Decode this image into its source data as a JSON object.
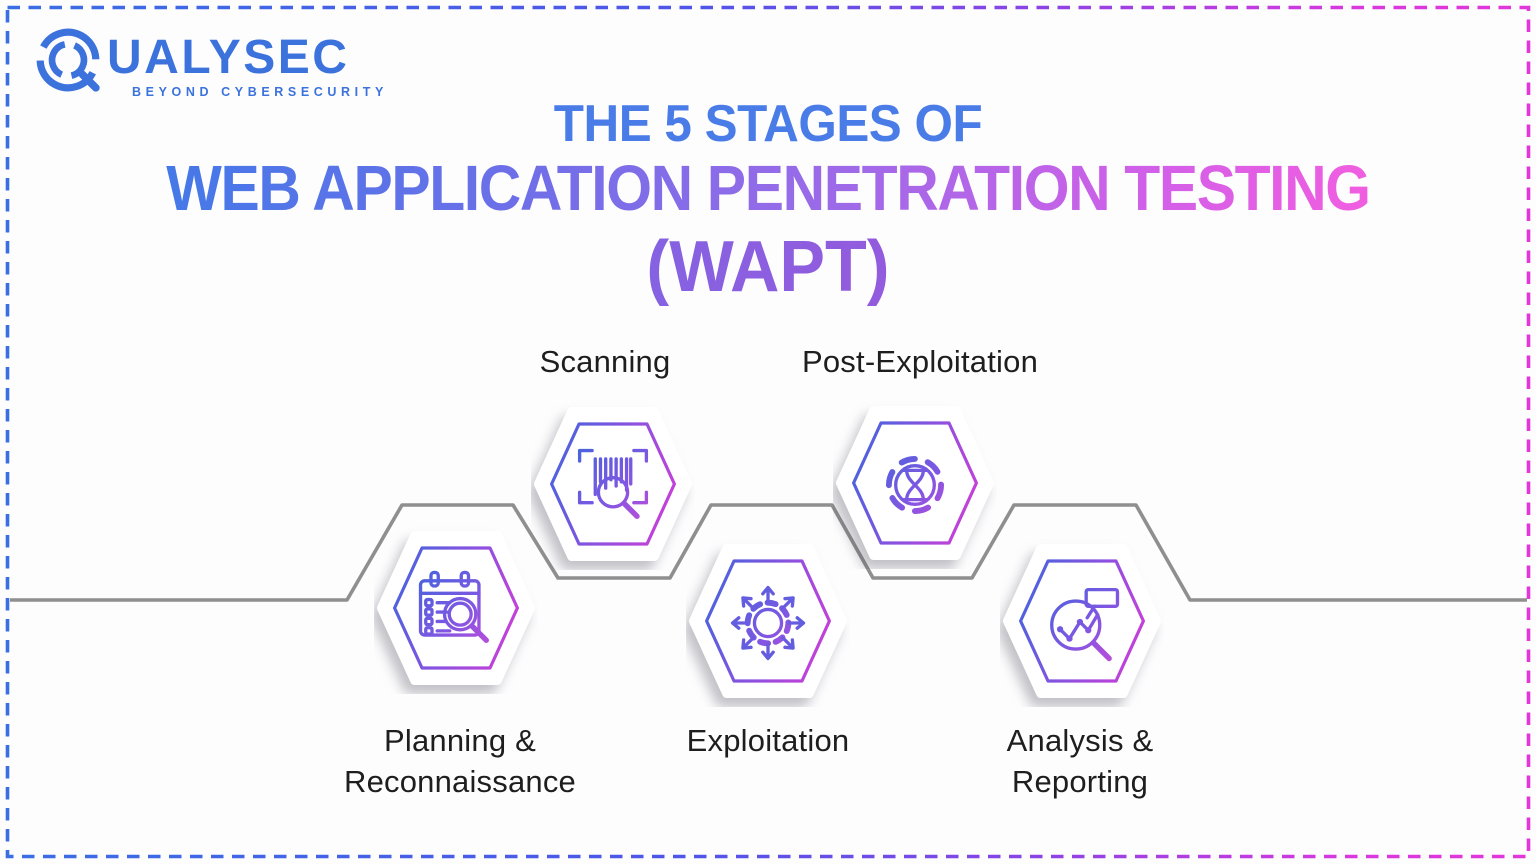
{
  "brand": {
    "name": "QUALYSEC",
    "wordmark_rest": "UALYSEC",
    "tagline": "BEYOND CYBERSECURITY",
    "color": "#3b72dc"
  },
  "header": {
    "kicker": "THE 5 STAGES OF",
    "title": "WEB APPLICATION PENETRATION TESTING",
    "acronym": "(WAPT)"
  },
  "stages": [
    {
      "id": "planning",
      "row": "bottom",
      "label_line1": "Planning &",
      "label_line2": "Reconnaissance",
      "icon": "calendar-search-icon"
    },
    {
      "id": "scanning",
      "row": "top",
      "label_line1": "Scanning",
      "label_line2": "",
      "icon": "barcode-search-icon"
    },
    {
      "id": "exploitation",
      "row": "bottom",
      "label_line1": "Exploitation",
      "label_line2": "",
      "icon": "gear-arrows-icon"
    },
    {
      "id": "post-exploitation",
      "row": "top",
      "label_line1": "Post-Exploitation",
      "label_line2": "",
      "icon": "gear-hourglass-icon"
    },
    {
      "id": "analysis",
      "row": "bottom",
      "label_line1": "Analysis &",
      "label_line2": "Reporting",
      "icon": "chart-search-icon"
    }
  ],
  "colors": {
    "kicker_blue": "#4a7ce8",
    "title_gradient_start": "#3f7ae8",
    "title_gradient_mid": "#9d6ae8",
    "title_gradient_end": "#fa5ede",
    "acronym_gradient_start": "#7a68e5",
    "acronym_gradient_end": "#9e55da",
    "hex_gradient_start": "#3f66dd",
    "hex_gradient_end": "#d33cd6",
    "connector_gray": "#8f8f8f",
    "label_dark": "#1e1e1e",
    "border_blue": "#3a6ee4",
    "border_pink": "#e236da",
    "background": "#fdfdfe"
  }
}
